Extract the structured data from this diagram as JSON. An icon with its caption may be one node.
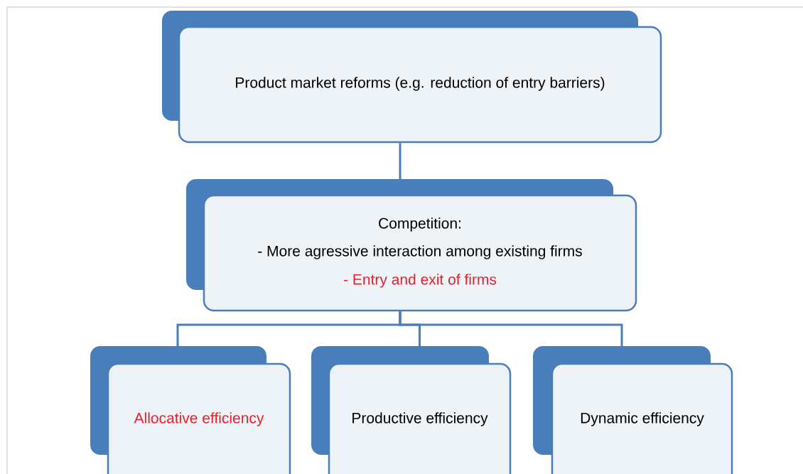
{
  "diagram": {
    "nodes": [
      {
        "text": [
          "Product market reforms (e.g. reduction of entry barriers)"
        ]
      },
      {
        "text": [
          "Competition:",
          "- More agressive interaction among existing firms",
          "- Entry and exit of firms"
        ]
      },
      {
        "text": [
          "Allocative efficiency"
        ]
      },
      {
        "text": [
          "Productive efficiency"
        ]
      },
      {
        "text": [
          "Dynamic efficiency"
        ]
      }
    ],
    "edges": [
      {
        "from": 0,
        "to": 1,
        "arrow": "none"
      },
      {
        "from": 1,
        "to": 2,
        "arrow": "none"
      },
      {
        "from": 1,
        "to": 3,
        "arrow": "none"
      },
      {
        "from": 1,
        "to": 4,
        "arrow": "none"
      }
    ]
  }
}
